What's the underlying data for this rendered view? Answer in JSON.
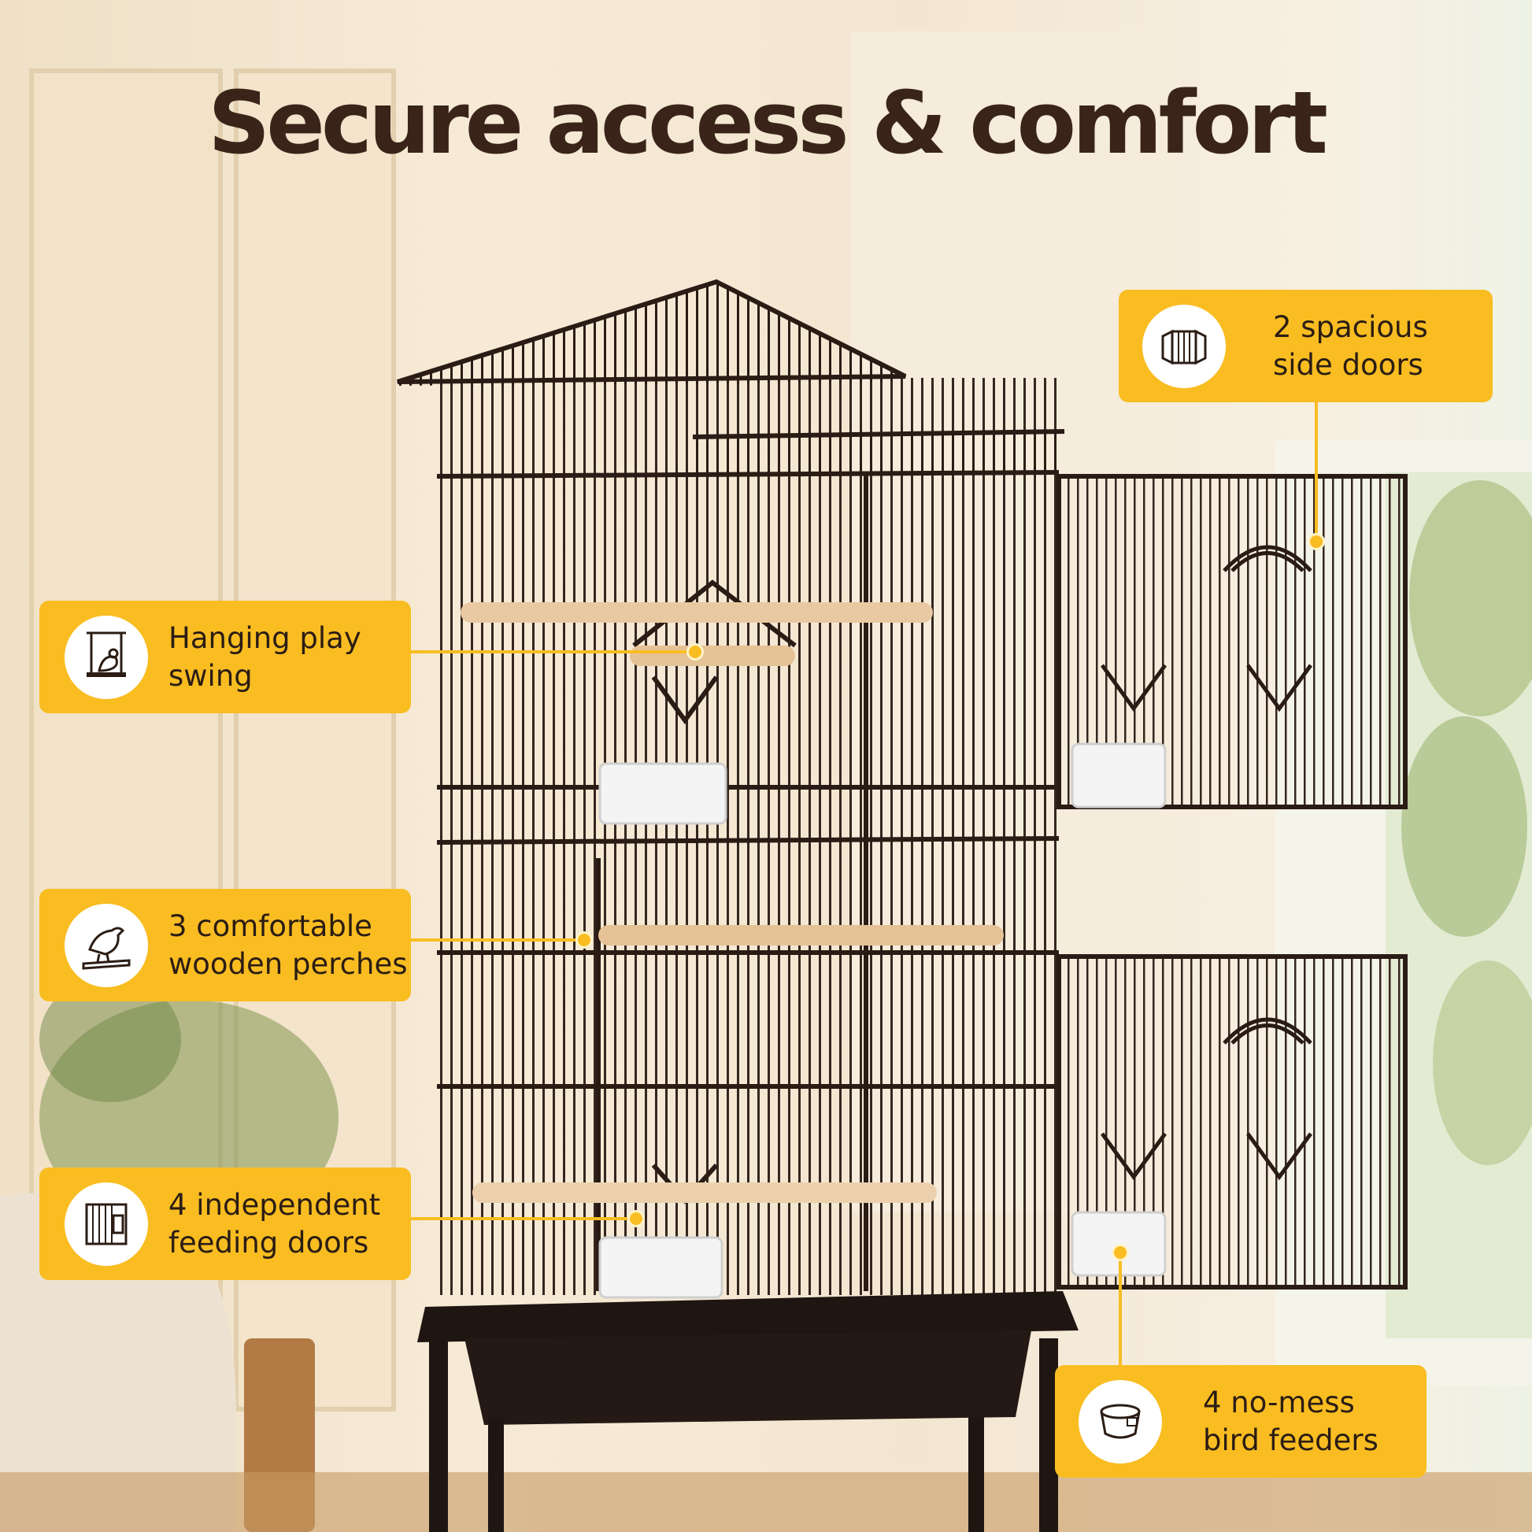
{
  "title": "Secure access & comfort",
  "callouts": [
    {
      "line1": "Hanging play",
      "line2": "swing",
      "icon": "bird-swing-icon"
    },
    {
      "line1": "3 comfortable",
      "line2": "wooden perches",
      "icon": "bird-perch-icon"
    },
    {
      "line1": "4 independent",
      "line2": "feeding doors",
      "icon": "cage-door-icon"
    },
    {
      "line1": "2 spacious",
      "line2": "side doors",
      "icon": "side-doors-icon"
    },
    {
      "line1": "4 no-mess",
      "line2": "bird feeders",
      "icon": "bird-feeder-icon"
    }
  ],
  "colors": {
    "accent": "#f9bd22",
    "title": "#3a2419",
    "cage": "#2a1c15"
  }
}
